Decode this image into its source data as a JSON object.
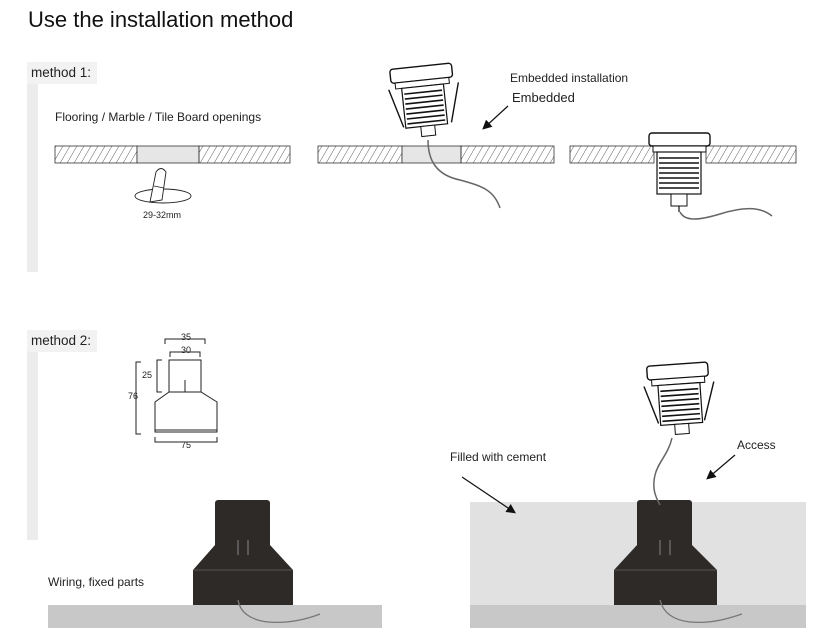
{
  "title": "Use the installation method",
  "method1": {
    "label": "method 1:",
    "opening_caption": "Flooring / Marble / Tile Board openings",
    "hole_size": "29-32mm",
    "embedded_caption_line1": "Embedded installation",
    "embedded_caption_line2": "Embedded"
  },
  "method2": {
    "label": "method 2:",
    "dimensions": {
      "top_outer": "35",
      "top_inner": "30",
      "neck_height": "25",
      "total_height": "76",
      "base_width": "75"
    },
    "filled_caption": "Filled with cement",
    "access_caption": "Access",
    "wiring_caption": "Wiring, fixed parts"
  }
}
